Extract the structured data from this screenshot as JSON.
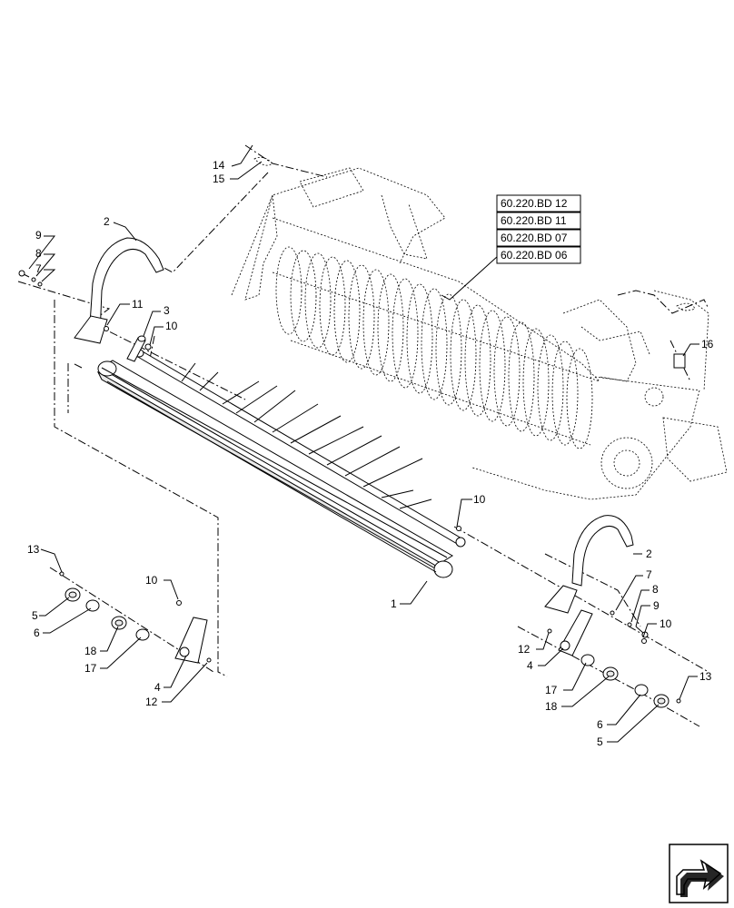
{
  "reference_links": [
    "60.220.BD 12",
    "60.220.BD 11",
    "60.220.BD 07",
    "60.220.BD 06"
  ],
  "callouts": {
    "c1": "1",
    "c2a": "2",
    "c2b": "2",
    "c3": "3",
    "c4a": "4",
    "c4b": "4",
    "c5a": "5",
    "c5b": "5",
    "c6a": "6",
    "c6b": "6",
    "c7a": "7",
    "c7b": "7",
    "c8a": "8",
    "c8b": "8",
    "c9a": "9",
    "c9b": "9",
    "c10a": "10",
    "c10b": "10",
    "c10c": "10",
    "c10d": "10",
    "c11": "11",
    "c12a": "12",
    "c12b": "12",
    "c13a": "13",
    "c13b": "13",
    "c14": "14",
    "c15": "15",
    "c16": "16",
    "c17a": "17",
    "c17b": "17",
    "c18a": "18",
    "c18b": "18"
  },
  "icons": {
    "nav_corner": "return-arrow-icon"
  }
}
